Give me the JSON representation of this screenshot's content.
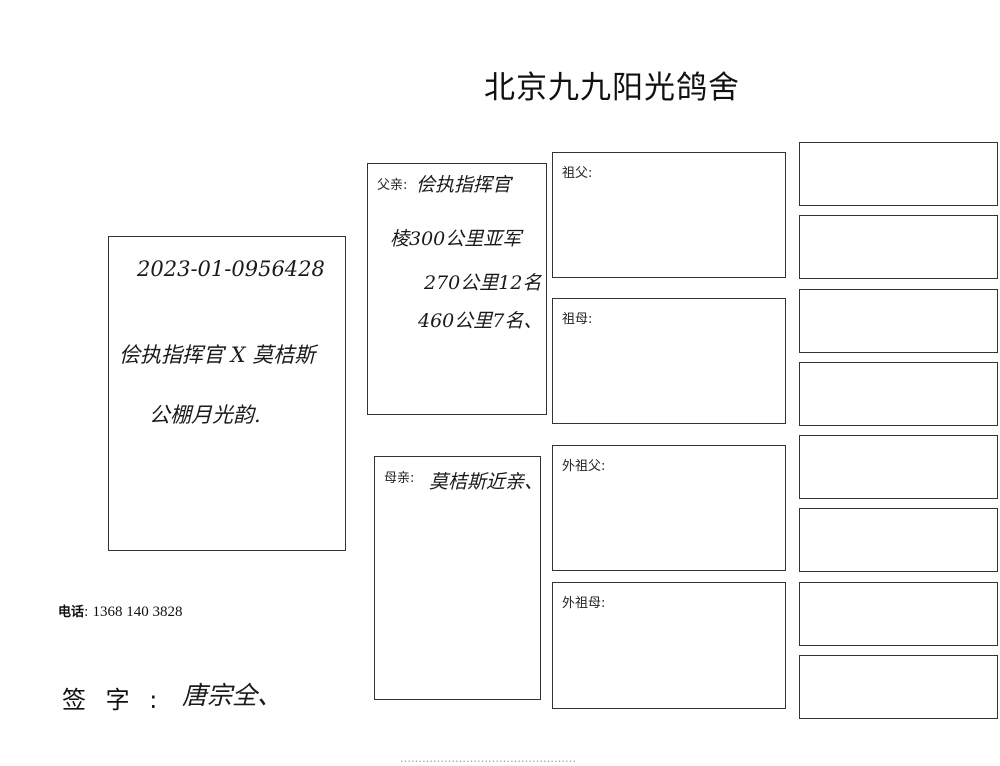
{
  "header": {
    "title": "北京九九阳光鸽舍"
  },
  "pigeon_card": {
    "ring_number": "2023-01-0956428",
    "pairing": "侩执指挥官 X 莫桔斯",
    "note": "公棚月光韵."
  },
  "contact": {
    "phone_label": "电话",
    "phone": "1368 140 3828"
  },
  "signature": {
    "label": "签 字 :",
    "value": "唐宗全、"
  },
  "father": {
    "label": "父亲:",
    "name": "侩执指挥官",
    "lines": [
      "棱300公里亚军",
      "270公里12名",
      "460公里7名、"
    ]
  },
  "mother": {
    "label": "母亲:",
    "name": "莫桔斯近亲、"
  },
  "grandparents": {
    "grandfather": "祖父:",
    "grandmother": "祖母:",
    "maternal_grandfather": "外祖父:",
    "maternal_grandmother": "外祖母:"
  },
  "footer_text": "…………………………………………"
}
